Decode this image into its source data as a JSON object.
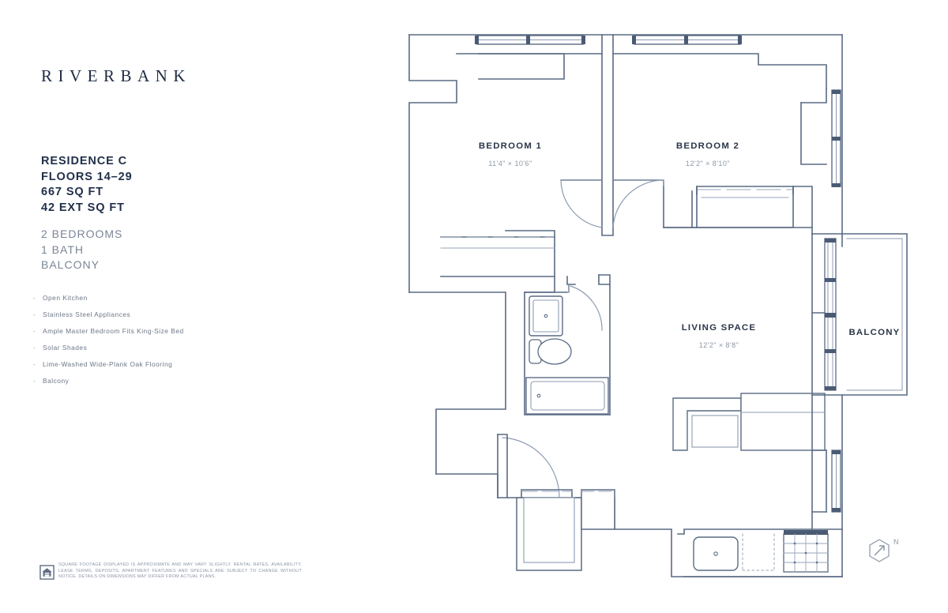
{
  "brand": {
    "name": "RIVERBANK"
  },
  "residence": {
    "name": "RESIDENCE C",
    "floors": "FLOORS 14–29",
    "interior_sqft": "667 SQ FT",
    "exterior_sqft": "42 EXT SQ FT"
  },
  "summary": {
    "bedrooms": "2 BEDROOMS",
    "baths": "1 BATH",
    "outdoor": "BALCONY"
  },
  "features": [
    "Open Kitchen",
    "Stainless Steel Appliances",
    "Ample Master Bedroom Fits King-Size Bed",
    "Solar Shades",
    "Lime-Washed Wide-Plank Oak Flooring",
    "Balcony"
  ],
  "footer": {
    "eho_icon": "equal-housing-opportunity-icon",
    "disclaimer": "SQUARE FOOTAGE DISPLAYED IS APPROXIMATE AND MAY VARY SLIGHTLY. RENTAL RATES, AVAILABILITY, LEASE TERMS, DEPOSITS, APARTMENT FEATURES AND SPECIALS ARE SUBJECT TO CHANGE WITHOUT NOTICE. DETAILS ON DIMENSIONS MAY DIFFER FROM ACTUAL PLANS."
  },
  "floorplan": {
    "rooms": [
      {
        "name": "BEDROOM 1",
        "dimensions": "11'4\" × 10'6\""
      },
      {
        "name": "BEDROOM 2",
        "dimensions": "12'2\" × 8'10\""
      },
      {
        "name": "LIVING SPACE",
        "dimensions": "12'2\" × 8'8\""
      },
      {
        "name": "BALCONY",
        "dimensions": ""
      }
    ],
    "compass": {
      "label": "N",
      "icon": "north-arrow-icon"
    },
    "fixtures": [
      "bathroom-sink",
      "toilet",
      "bathtub",
      "kitchen-sink",
      "cooktop",
      "closet-bedroom-1",
      "closet-bedroom-2",
      "entry-closet",
      "sliding-glass-door-balcony",
      "window-bedroom-1",
      "window-bedroom-2"
    ]
  },
  "colors": {
    "line": "#5a6b84",
    "line_light": "#8d9bb2",
    "text_dark": "#20304a",
    "text_muted": "#7b8596",
    "background": "#ffffff"
  }
}
